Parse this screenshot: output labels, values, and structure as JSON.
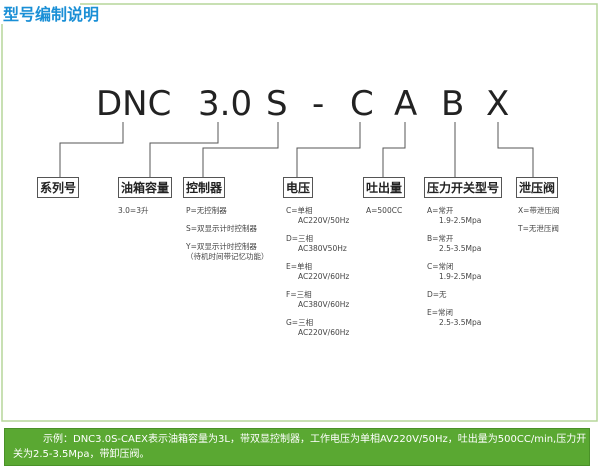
{
  "title": "型号编制说明",
  "code": {
    "p1": "DNC",
    "p2": "3.0",
    "p3": "S",
    "p4": "-",
    "p5": "C",
    "p6": "A",
    "p7": "B",
    "p8": "X"
  },
  "labels": [
    "系列号",
    "油箱容量",
    "控制器",
    "电压",
    "吐出量",
    "压力开关型号",
    "泄压阀"
  ],
  "capacity": [
    "3.0=3升"
  ],
  "controller": [
    "P=无控制器",
    "S=双显示计时控制器",
    "Y=双显示计时控制器",
    "（待机时间带记忆功能）"
  ],
  "voltage": [
    [
      "C=单相",
      "AC220V/50Hz"
    ],
    [
      "D=三相",
      "AC380V50Hz"
    ],
    [
      "E=单相",
      "AC220V/60Hz"
    ],
    [
      "F=三相",
      "AC380V/60Hz"
    ],
    [
      "G=三相",
      "AC220V/60Hz"
    ]
  ],
  "output": [
    "A=500CC"
  ],
  "pressure": [
    [
      "A=常开",
      "1.9-2.5Mpa"
    ],
    [
      "B=常开",
      "2.5-3.5Mpa"
    ],
    [
      "C=常闭",
      "1.9-2.5Mpa"
    ],
    [
      "D=无",
      ""
    ],
    [
      "E=常闭",
      "2.5-3.5Mpa"
    ]
  ],
  "relief": [
    "X=带泄压阀",
    "T=无泄压阀"
  ],
  "example": "示例：DNC3.0S-CAEX表示油箱容量为3L，带双显控制器，工作电压为单相AV220V/50Hz，吐出量为500CC/min,压力开关为2.5-3.5Mpa，带卸压阀。",
  "colors": {
    "accent": "#1a8fd6",
    "green": "#5aa832",
    "frame": "#b5d69a"
  }
}
